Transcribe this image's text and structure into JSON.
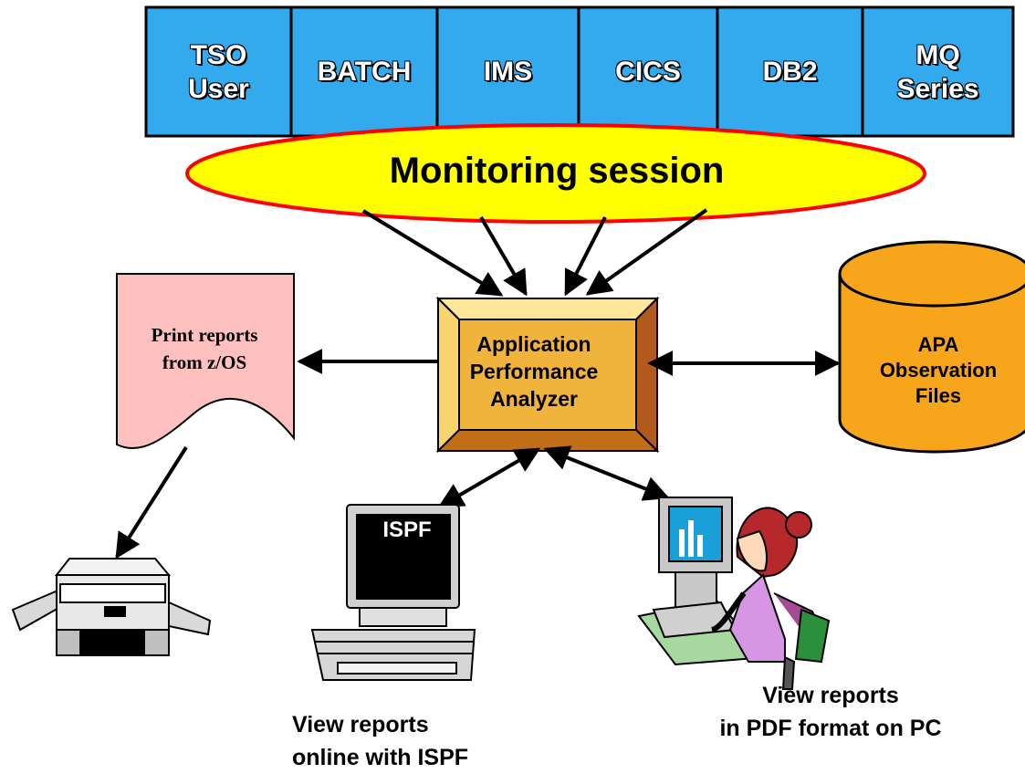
{
  "environments": [
    {
      "label": "TSO\nUser"
    },
    {
      "label": "BATCH"
    },
    {
      "label": "IMS"
    },
    {
      "label": "CICS"
    },
    {
      "label": "DB2"
    },
    {
      "label": "MQ\nSeries"
    }
  ],
  "monitoring_session": "Monitoring session",
  "apa_core": "Application\nPerformance\nAnalyzer",
  "observation_files": "APA\nObservation\nFiles",
  "print_reports": "Print reports\nfrom z/OS",
  "ispf_screen": "ISPF",
  "caption_ispf": "View reports\nonline with ISPF",
  "caption_pdf": "View reports\nin PDF format on PC",
  "colors": {
    "env_fill": "#33aaee",
    "session_fill": "#ffff00",
    "session_border": "#ff0000",
    "apa_fill": "#f0b43c",
    "files_fill": "#f7a51b",
    "print_fill": "#ffc0c0"
  },
  "icons": [
    "printer-icon",
    "terminal-icon",
    "pc-user-icon"
  ]
}
